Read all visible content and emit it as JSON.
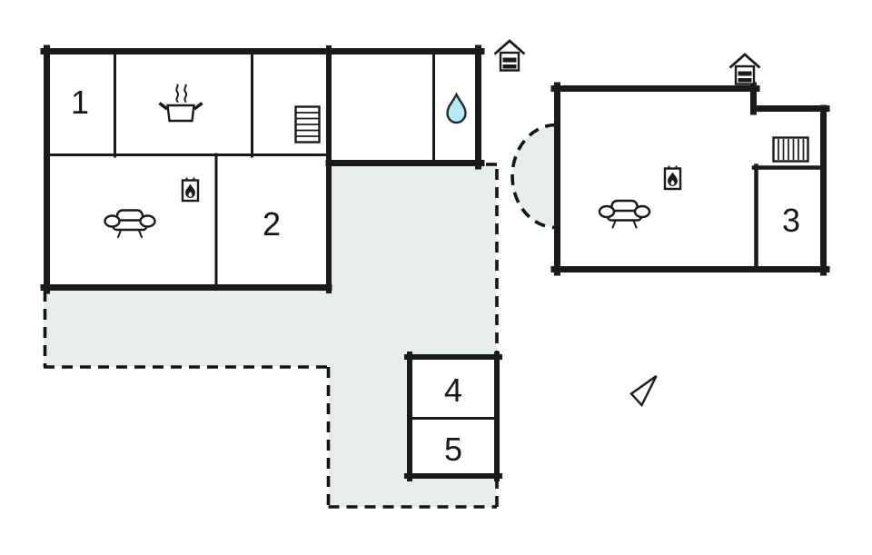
{
  "colors": {
    "background": "#ffffff",
    "wall": "#1a1a1a",
    "terrace_fill": "#e7edea",
    "water_drop_fill": "#b5ecf4"
  },
  "rooms": {
    "r1": {
      "label": "1"
    },
    "r2": {
      "label": "2"
    },
    "r3": {
      "label": "3"
    },
    "r4": {
      "label": "4"
    },
    "r5": {
      "label": "5"
    }
  },
  "icons": {
    "kitchen": "cooking-pot-steam-icon",
    "stairs": "stairs-icon",
    "bathroom": "water-drop-icon",
    "living_left": "sofa-icon",
    "stove_left": "wood-stove-icon",
    "living_right": "sofa-icon",
    "stove_right": "wood-stove-icon",
    "heater_right": "radiator-icon",
    "entrance_left": "house-entrance-icon",
    "entrance_right": "house-entrance-icon",
    "orientation": "north-arrow-icon"
  }
}
